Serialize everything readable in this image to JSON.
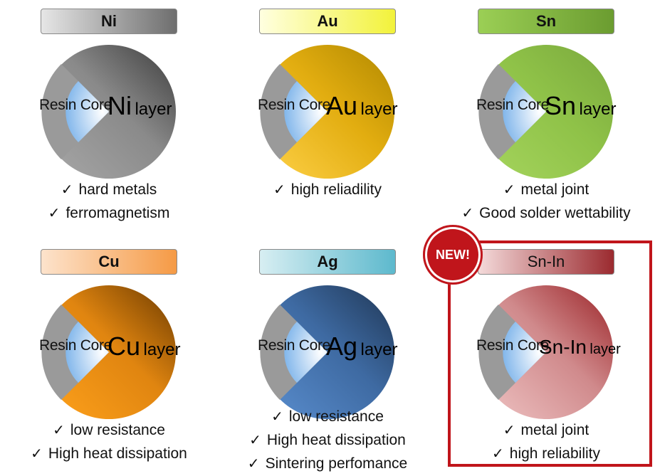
{
  "cells": [
    {
      "element": "Ni",
      "badge_gradient": [
        "#e6e6e6",
        "#6e6e6e"
      ],
      "colors": {
        "light": "#a8a8a8",
        "dark": "#3c3c3c",
        "mid": "#8a8a8a"
      },
      "resin_label": "Resin Core",
      "layer_element": "Ni",
      "layer_word": "layer",
      "features": [
        "hard metals",
        "ferromagnetism"
      ]
    },
    {
      "element": "Au",
      "badge_gradient": [
        "#ffffe0",
        "#f2f23a"
      ],
      "colors": {
        "light": "#ffd24a",
        "dark": "#b08800",
        "mid": "#e2ad10"
      },
      "resin_label": "Resin Core",
      "layer_element": "Au",
      "layer_word": "layer",
      "features": [
        "high reliadility"
      ]
    },
    {
      "element": "Sn",
      "badge_gradient": [
        "#9bcf55",
        "#6b9c30"
      ],
      "colors": {
        "light": "#a6d55e",
        "dark": "#7aa83d",
        "mid": "#8fc248"
      },
      "resin_label": "Resin Core",
      "layer_element": "Sn",
      "layer_word": "layer",
      "features": [
        "metal joint",
        "Good solder wettability"
      ]
    },
    {
      "element": "Cu",
      "badge_gradient": [
        "#fde3cc",
        "#f59a45"
      ],
      "colors": {
        "light": "#ffa21c",
        "dark": "#6b3a00",
        "mid": "#e08510"
      },
      "resin_label": "Resin Core",
      "layer_element": "Cu",
      "layer_word": "layer",
      "features": [
        "low resistance",
        "High heat dissipation"
      ]
    },
    {
      "element": "Ag",
      "badge_gradient": [
        "#d7eef2",
        "#5db9cd"
      ],
      "colors": {
        "light": "#5b8fd0",
        "dark": "#1f3654",
        "mid": "#3e6aa2"
      },
      "resin_label": "Resin Core",
      "layer_element": "Ag",
      "layer_word": "layer",
      "features": [
        "low resistance",
        "High heat dissipation",
        "Sintering perfomance"
      ]
    },
    {
      "element": "Sn-In",
      "badge_gradient": [
        "#f4dada",
        "#9b2a2f"
      ],
      "colors": {
        "light": "#efc4c4",
        "dark": "#9a2226",
        "mid": "#d08a8c"
      },
      "resin_label": "Resin Core",
      "layer_element": "Sn-In",
      "layer_word": "layer",
      "features": [
        "metal joint",
        "high reliability"
      ]
    }
  ],
  "new_badge": "NEW!",
  "tick_glyph": "✓",
  "core_colors": {
    "inner": "#ffffff",
    "outer": "#7ab2ea",
    "shell": "#9a9a9a"
  },
  "highlight_color": "#c0151b"
}
